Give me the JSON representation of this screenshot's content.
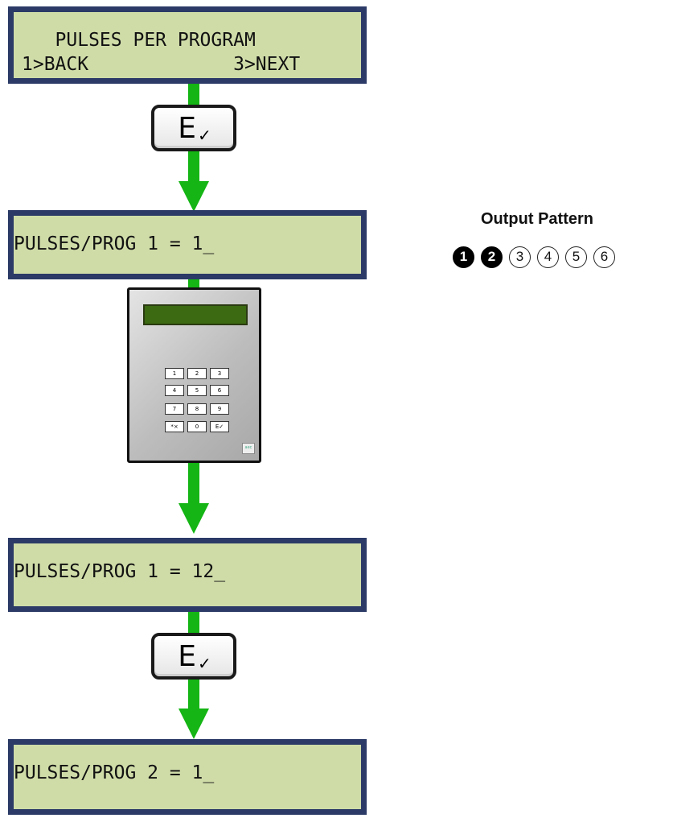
{
  "screens": [
    {
      "line1": "   PULSES PER PROGRAM",
      "line2": "1>BACK             3>NEXT"
    },
    {
      "line1": "PULSES/PROG 1 = 1_",
      "line2": ""
    },
    {
      "line1": "PULSES/PROG 1 = 12_",
      "line2": ""
    },
    {
      "line1": "PULSES/PROG 2 = 1_",
      "line2": ""
    }
  ],
  "enter_key": {
    "letter": "E",
    "check": "✓"
  },
  "keypad": {
    "keys": [
      "1",
      "2",
      "3",
      "4",
      "5",
      "6",
      "7",
      "8",
      "9",
      "*×",
      "0",
      "E✓"
    ],
    "logo": "aec"
  },
  "output_pattern": {
    "title": "Output Pattern",
    "items": [
      {
        "label": "1",
        "active": true
      },
      {
        "label": "2",
        "active": true
      },
      {
        "label": "3",
        "active": false
      },
      {
        "label": "4",
        "active": false
      },
      {
        "label": "5",
        "active": false
      },
      {
        "label": "6",
        "active": false
      }
    ]
  },
  "colors": {
    "lcd_background": "#cfdca8",
    "lcd_border": "#2b3a66",
    "flow_arrow": "#14b514"
  }
}
